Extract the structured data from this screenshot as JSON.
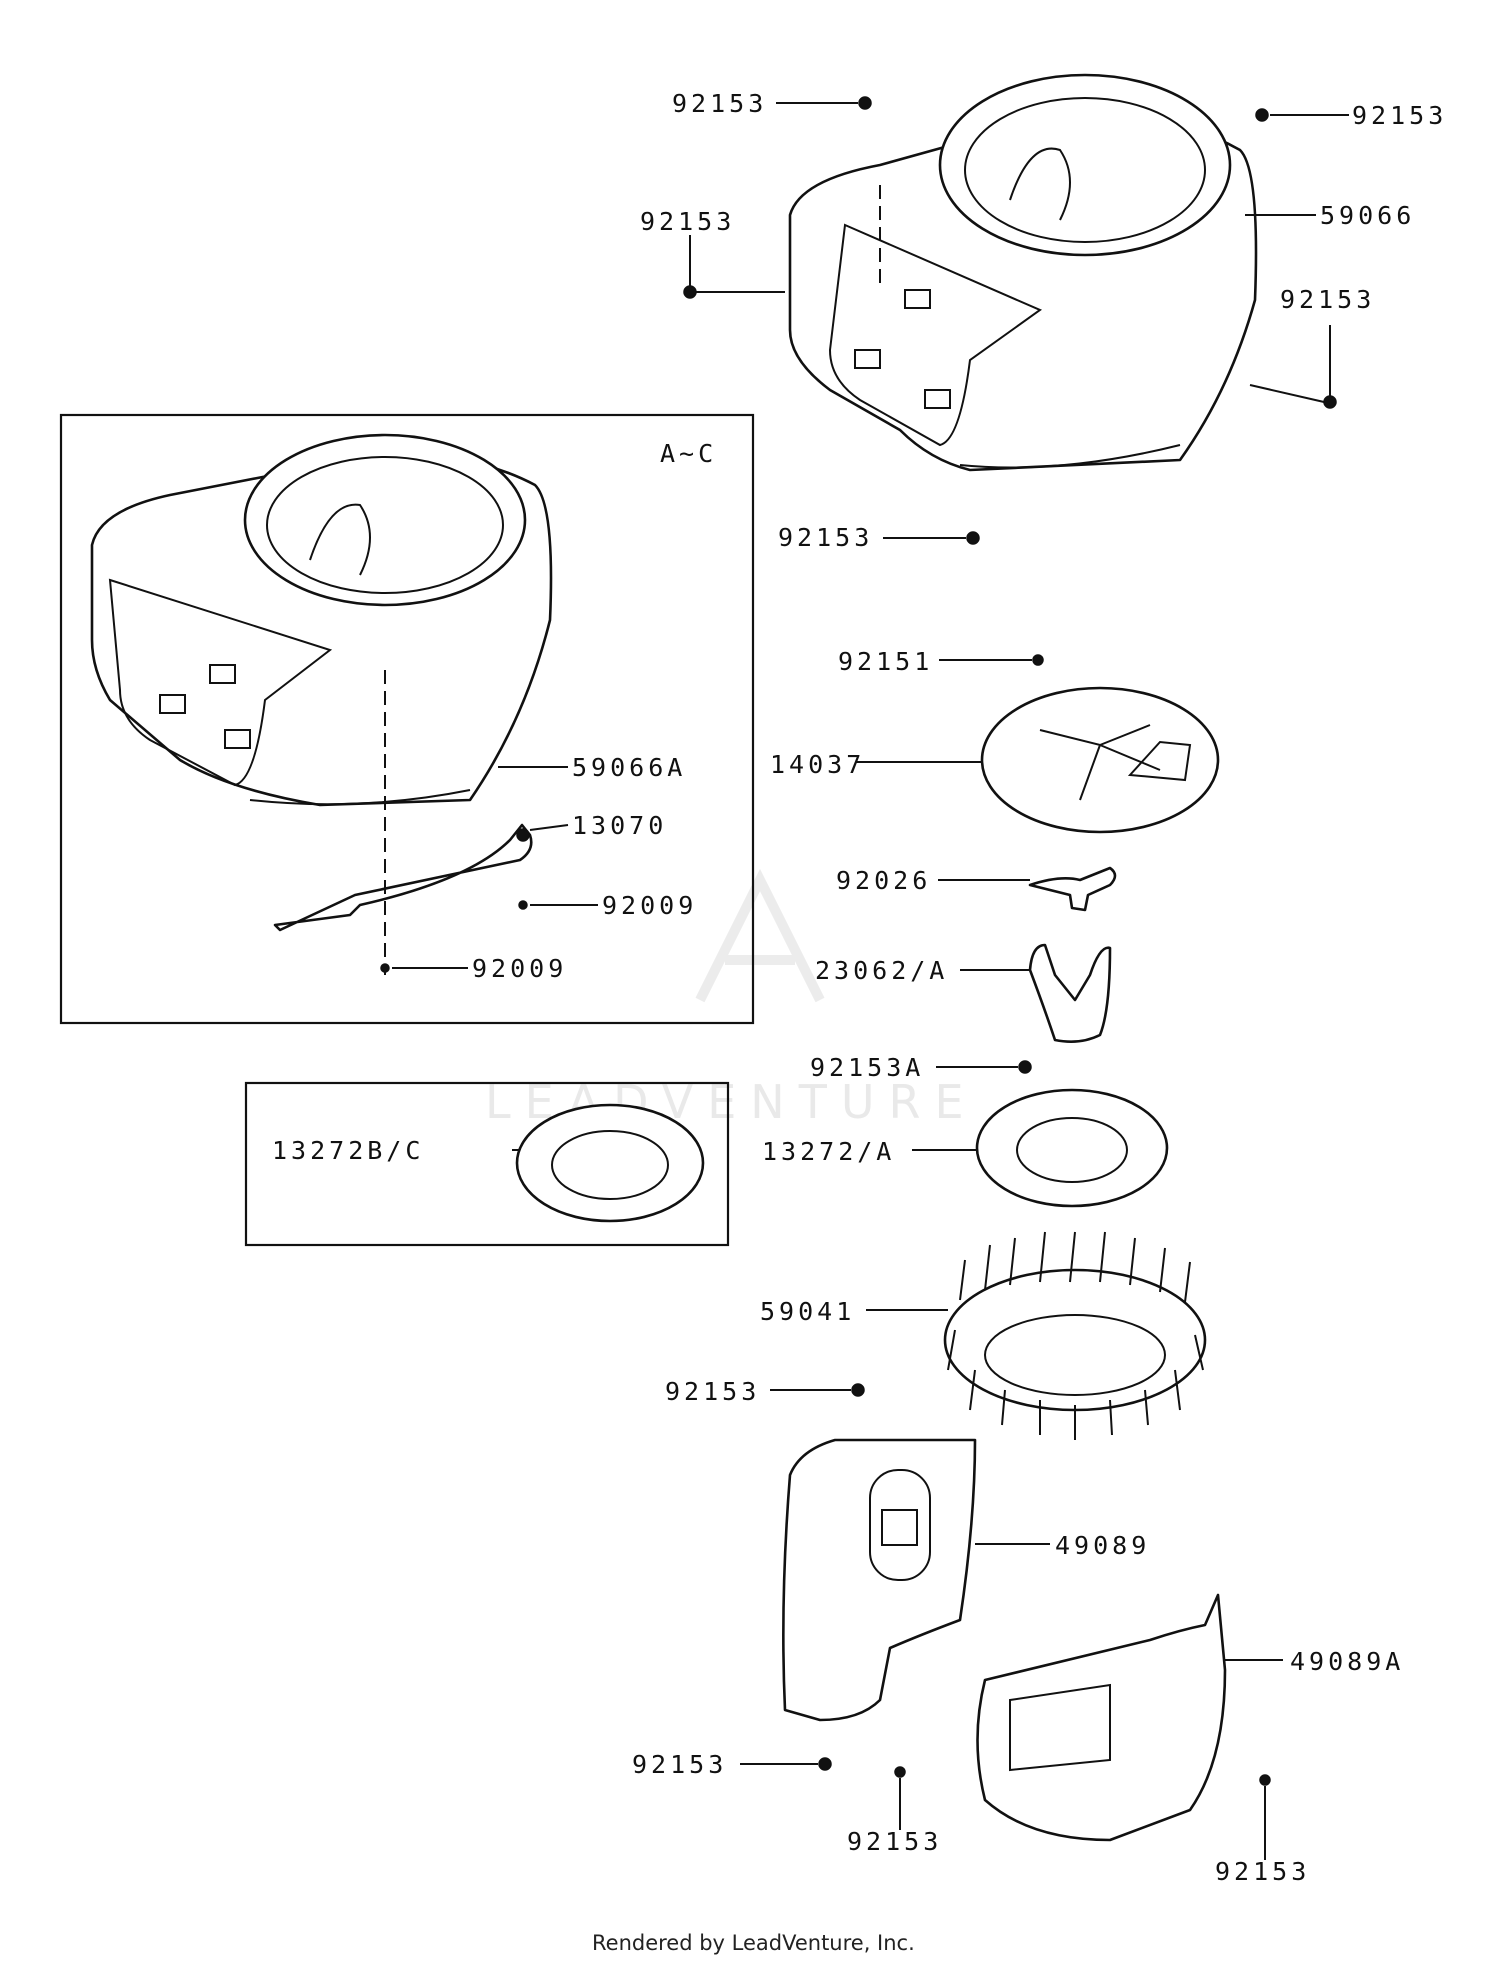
{
  "labels": {
    "p59066": "59066",
    "p59066A": "59066A",
    "p92153": "92153",
    "p92153A": "92153A",
    "p92151": "92151",
    "p14037": "14037",
    "p92026": "92026",
    "p23062A": "23062/A",
    "p13272A": "13272/A",
    "p13272BC": "13272B/C",
    "p59041": "59041",
    "p49089": "49089",
    "p49089A": "49089A",
    "p13070": "13070",
    "p92009": "92009",
    "variant_box": "A~C"
  },
  "watermark": "LEADVENTURE",
  "footer": "Rendered by LeadVenture, Inc."
}
